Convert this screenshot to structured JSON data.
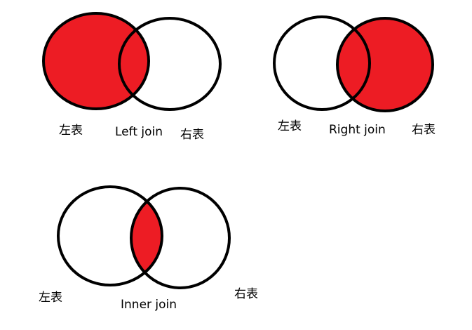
{
  "colors": {
    "fill": "#ed1c24",
    "stroke": "#000000",
    "background": "#ffffff"
  },
  "diagrams": {
    "left_join": {
      "caption": "Left join",
      "left_table": "左表",
      "right_table": "右表",
      "highlighted_region": "left circle"
    },
    "right_join": {
      "caption": "Right join",
      "left_table": "左表",
      "right_table": "右表",
      "highlighted_region": "right circle"
    },
    "inner_join": {
      "caption": "Inner join",
      "left_table": "左表",
      "right_table": "右表",
      "highlighted_region": "intersection"
    }
  }
}
